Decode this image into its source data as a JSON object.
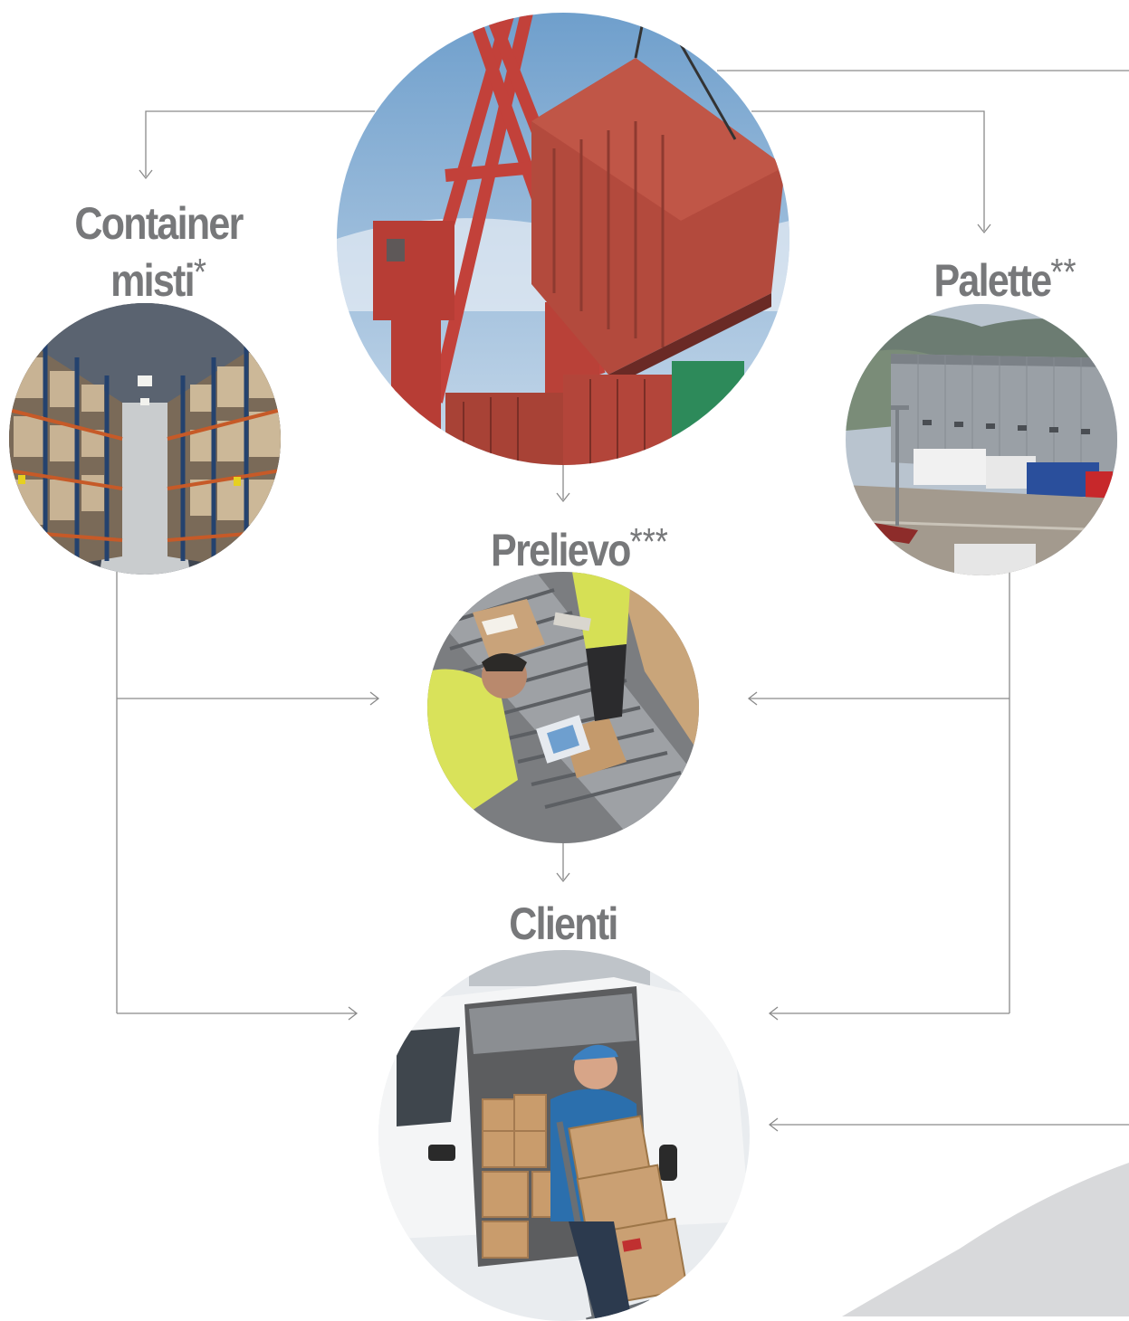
{
  "diagram": {
    "nodes": {
      "source": {
        "label": "",
        "photo": "crane-lifting-shipping-container",
        "colors": {
          "sky": "#8fb4d6",
          "container": "#b44a3c",
          "crane": "#c4443a"
        }
      },
      "container_misti": {
        "label_line1": "Container",
        "label_line2": "misti",
        "mark": "*",
        "photo": "warehouse-aisle-pallet-racking"
      },
      "palette": {
        "label": "Palette",
        "mark": "**",
        "photo": "logistics-warehouse-with-trucks"
      },
      "prelievo": {
        "label": "Prelievo",
        "mark": "***",
        "photo": "workers-picking-boxes-on-conveyor"
      },
      "clienti": {
        "label": "Clienti",
        "photo": "courier-unloading-boxes-from-van"
      }
    },
    "colors": {
      "label": "#77787a",
      "connector": "#8a8a8a",
      "accent_shape": "#d8d9db"
    }
  }
}
